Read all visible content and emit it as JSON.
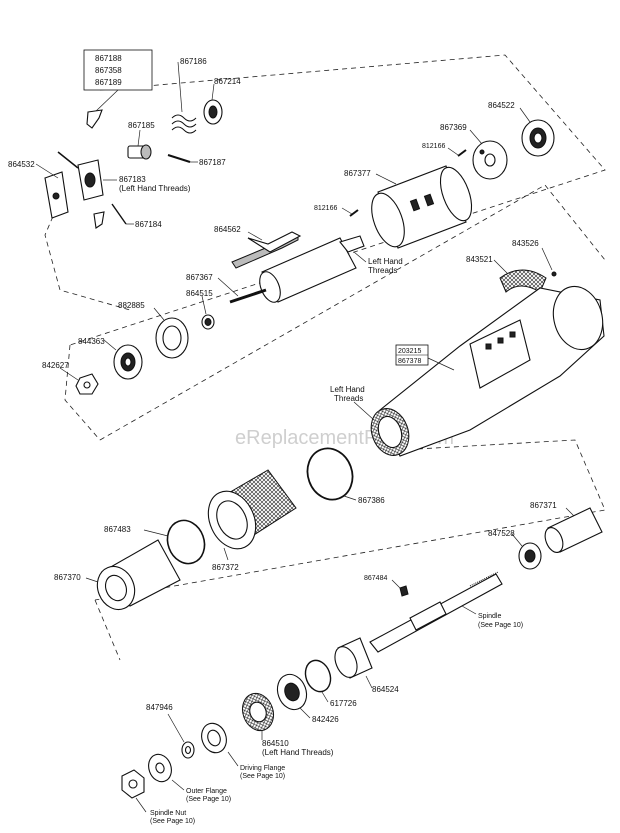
{
  "watermark": "eReplacementParts.com",
  "callouts": {
    "box_top": [
      "867188",
      "867358",
      "867189"
    ],
    "p867186": "867186",
    "p867214": "867214",
    "p867185": "867185",
    "p867187": "867187",
    "p864532": "864532",
    "p867183": "867183",
    "p867183_note": "(Left Hand Threads)",
    "p867184": "867184",
    "p864522": "864522",
    "p867369": "867369",
    "p812166a": "812166",
    "p867377": "867377",
    "p812166b": "812166",
    "p864562": "864562",
    "p867367": "867367",
    "lh_threads_1a": "Left Hand",
    "lh_threads_1b": "Threads",
    "p843526": "843526",
    "p843521": "843521",
    "p864515": "864515",
    "p882885": "882885",
    "p844363": "844363",
    "p842627": "842627",
    "box_housing": [
      "203215",
      "867378"
    ],
    "lh_threads_2a": "Left Hand",
    "lh_threads_2b": "Threads",
    "p867386": "867386",
    "p867371": "867371",
    "p847528": "847528",
    "p867483": "867483",
    "p867372": "867372",
    "p867370": "867370",
    "p867484": "867484",
    "spindle_a": "Spindle",
    "spindle_b": "(See Page 10)",
    "p864524": "864524",
    "p617726": "617726",
    "p842426": "842426",
    "p847946": "847946",
    "p864510": "864510",
    "p864510_note": "(Left Hand Threads)",
    "driving_flange_a": "Driving Flange",
    "driving_flange_b": "(See Page 10)",
    "outer_flange_a": "Outer Flange",
    "outer_flange_b": "(See Page 10)",
    "spindle_nut_a": "Spindle Nut",
    "spindle_nut_b": "(See Page 10)"
  }
}
